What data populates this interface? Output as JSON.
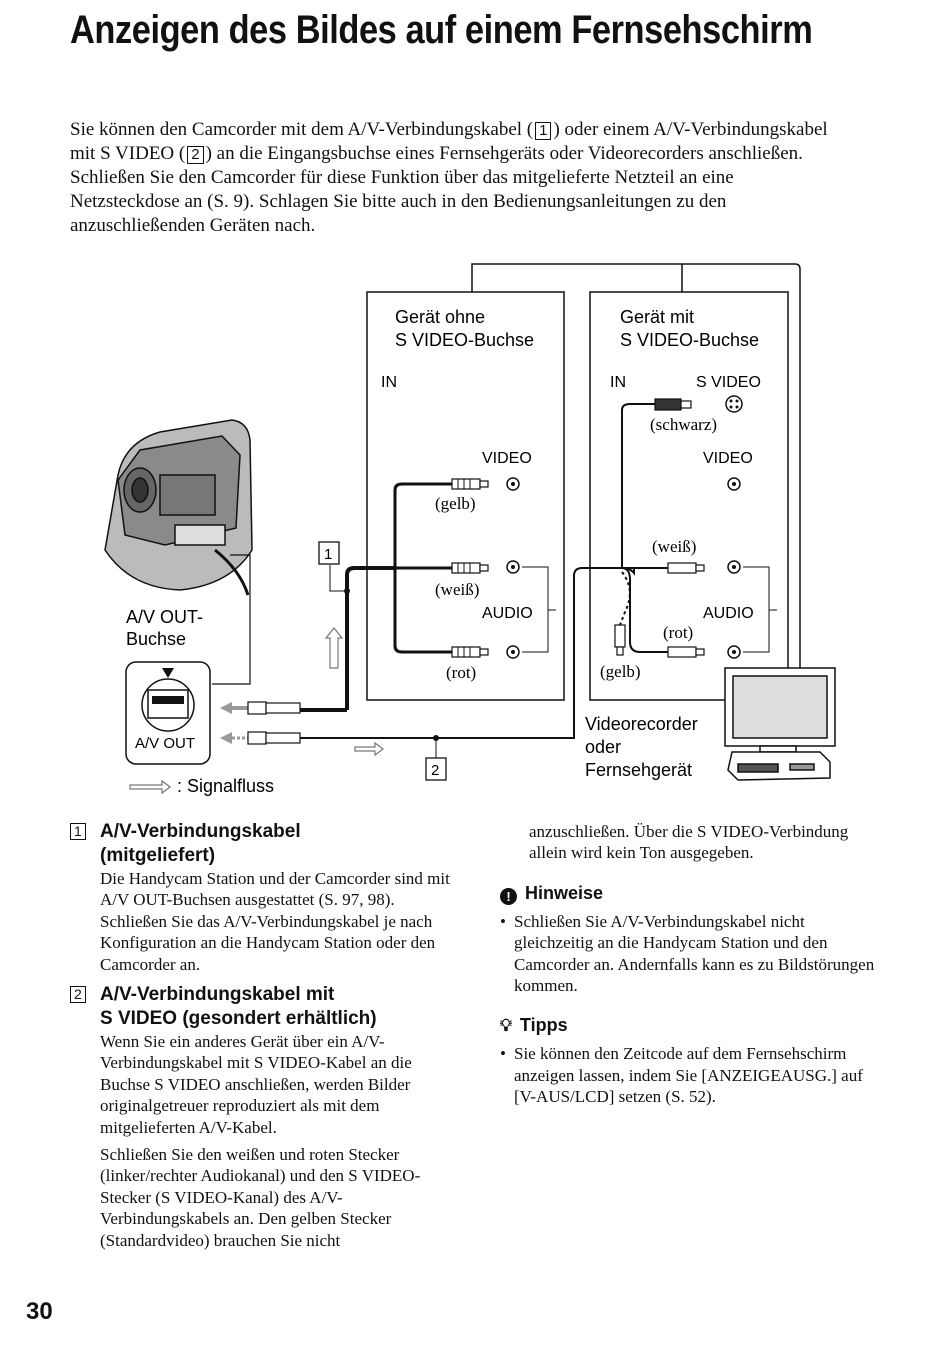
{
  "title": "Anzeigen des Bildes auf einem Fernsehschirm",
  "intro": {
    "p1": "Sie können den Camcorder mit dem A/V-Verbindungskabel (",
    "n1": "1",
    "p2": ") oder einem A/V-Verbindungskabel mit S VIDEO (",
    "n2": "2",
    "p3": ") an die Eingangsbuchse eines Fernsehgeräts oder Videorecorders anschließen. Schließen Sie den Camcorder für diese Funktion über das mitgelieferte Netzteil an eine Netzsteckdose an (S. 9). Schlagen Sie bitte auch in den Bedienungsanleitungen zu den anzuschließenden Geräten nach."
  },
  "diagram": {
    "box1_title_l1": "Gerät ohne",
    "box1_title_l2": "S VIDEO-Buchse",
    "box2_title_l1": "Gerät mit",
    "box2_title_l2": "S VIDEO-Buchse",
    "in_label": "IN",
    "svideo_label": "S VIDEO",
    "video_label": "VIDEO",
    "audio_label": "AUDIO",
    "gelb": "(gelb)",
    "weiss": "(weiß)",
    "rot": "(rot)",
    "schwarz": "(schwarz)",
    "av_out_buchse_l1": "A/V OUT-",
    "av_out_buchse_l2": "Buchse",
    "av_out": "A/V OUT",
    "signalfluss": ": Signalfluss",
    "device_l1": "Videorecorder",
    "device_l2": "oder",
    "device_l3": "Fernsehgerät",
    "callout1": "1",
    "callout2": "2"
  },
  "left_column": {
    "item1_num": "1",
    "item1_head_l1": "A/V-Verbindungskabel",
    "item1_head_l2": "(mitgeliefert)",
    "item1_text": "Die Handycam Station und der Camcorder sind mit A/V OUT-Buchsen ausgestattet (S. 97, 98). Schließen Sie das A/V-Verbindungskabel je nach Konfiguration an die Handycam Station oder den Camcorder an.",
    "item2_num": "2",
    "item2_head_l1": "A/V-Verbindungskabel mit",
    "item2_head_l2": "S VIDEO (gesondert erhältlich)",
    "item2_text1": "Wenn Sie ein anderes Gerät über ein A/V-Verbindungskabel mit S VIDEO-Kabel an die Buchse S VIDEO anschließen, werden Bilder originalgetreuer reproduziert als mit dem mitgelieferten A/V-Kabel.",
    "item2_text2": "Schließen Sie den weißen und roten Stecker (linker/rechter Audiokanal) und den S VIDEO-Stecker (S VIDEO-Kanal) des A/V-Verbindungskabels an. Den gelben Stecker (Standardvideo) brauchen Sie nicht"
  },
  "right_column": {
    "continuation": "anzuschließen. Über die S VIDEO-Verbindung allein wird kein Ton ausgegeben.",
    "hinweise_head": "Hinweise",
    "hinweise_text": "Schließen Sie A/V-Verbindungskabel nicht gleichzeitig an die Handycam Station und den Camcorder an. Andernfalls kann es zu Bildstörungen kommen.",
    "tipps_head": "Tipps",
    "tipps_text": "Sie können den Zeitcode auf dem Fernsehschirm anzeigen lassen, indem Sie [ANZEIGEAUSG.] auf [V-AUS/LCD] setzen (S. 52)."
  },
  "page_number": "30"
}
